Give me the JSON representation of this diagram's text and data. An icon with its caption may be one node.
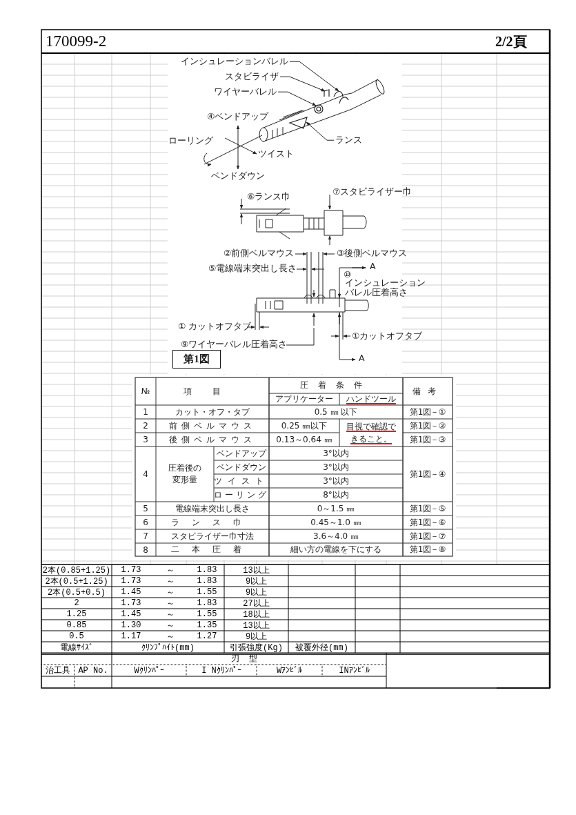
{
  "diagram": {
    "title": "170099-2",
    "nodes": [
      {
        "text": [
          "インシュレーションバレル"
        ]
      },
      {
        "text": [
          "スタビライザ"
        ]
      },
      {
        "text": [
          "ワイヤーバレル"
        ]
      },
      {
        "text": [
          "ランス"
        ]
      },
      {
        "text": [
          "第1図"
        ]
      },
      {
        "text": [],
        "shape": "picture"
      },
      {
        "text": [],
        "shape": "picture"
      },
      {
        "text": [],
        "shape": "picture"
      },
      {
        "text": [],
        "shape": "picture"
      }
    ],
    "edges": [
      {
        "from": 0,
        "to": 8,
        "arrow": "to"
      },
      {
        "from": 1,
        "to": 7,
        "arrow": "to"
      },
      {
        "from": 2,
        "to": 6,
        "arrow": "to"
      },
      {
        "from": 3,
        "to": 5,
        "arrow": "to"
      }
    ],
    "labels": [
      "2/2頁",
      "④ベンドアップ",
      "ローリング",
      "ツイスト",
      "ベンドダウン",
      "⑥ランス巾",
      "⑦スタビライザー巾",
      "②前側ベルマウス",
      "③後側ベルマウス",
      "⑤電線端末突出し長さ",
      "A",
      "⑩",
      "インシュレーションバレル圧着高さ",
      "① カットオフタブ",
      "①カットオフタブ",
      "⑨ワイヤーバレル圧着高さ",
      "A",
      "№",
      "項目",
      "圧着条件",
      "備考",
      "アプリケーター",
      "ハンドツール",
      "1",
      "カット・オフ・タブ",
      "0.5 ㎜ 以下",
      "第1図－①",
      "2",
      "前側ベルマウス",
      "0.25 ㎜以下",
      "目視で確認できること。",
      "第1図－②",
      "3",
      "後側ベルマウス",
      "0.13～0.64 ㎜",
      "第1図－③",
      "4",
      "圧着後の変形量",
      "ベンドアップ",
      "3°以内",
      "第1図－④",
      "ベンドダウン",
      "3°以内",
      "ツイスト",
      "3°以内",
      "ローリング",
      "8°以内",
      "5",
      "電線端末突出し長さ",
      "0～1.5 ㎜",
      "第1図－⑤",
      "6",
      "ランス巾",
      "0.45～1.0 ㎜",
      "第1図－⑥",
      "7",
      "スタビライザー巾寸法",
      "3.6～4.0 ㎜",
      "第1図－⑦",
      "8",
      "二本圧着",
      "細い方の電線を下にする",
      "第1図－⑧",
      "2本(0.85+1.25)",
      "1.73",
      "～",
      "1.83",
      "13以上",
      "2本(0.5+1.25)",
      "1.73",
      "～",
      "1.83",
      "9以上",
      "2本(0.5+0.5)",
      "1.45",
      "～",
      "1.55",
      "9以上",
      "2",
      "1.73",
      "～",
      "1.83",
      "27以上",
      "1.25",
      "1.45",
      "～",
      "1.55",
      "18以上",
      "0.85",
      "1.30",
      "～",
      "1.35",
      "13以上",
      "0.5",
      "1.17",
      "～",
      "1.27",
      "9以上",
      "電線ｻｲｽﾞ",
      "ｸﾘﾝﾌﾟﾊｲﾄ(mm)",
      "引張強度(Kg)",
      "被覆外径(mm)",
      "刃型",
      "治工具",
      "AP No.",
      "Wｸﾘﾝﾊﾟｰ",
      "I Nｸﾘﾝﾊﾟｰ",
      "Wｱﾝﾋﾞﾙ",
      "INｱﾝﾋﾞﾙ"
    ]
  }
}
